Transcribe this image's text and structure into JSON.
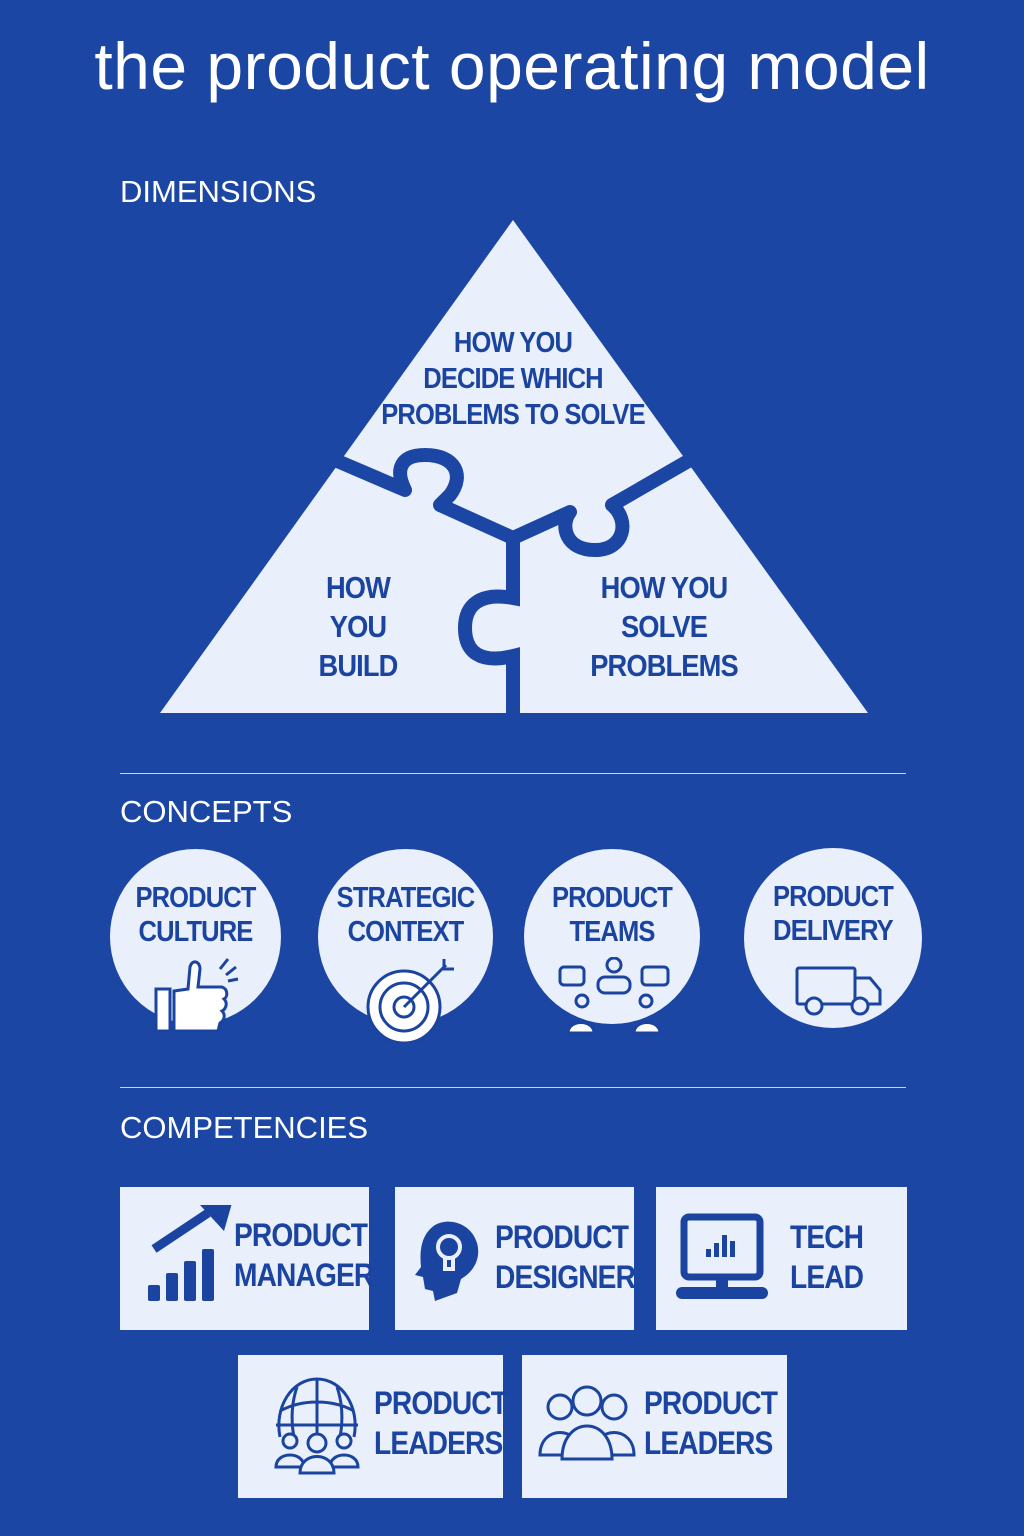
{
  "title": "the product operating model",
  "dimensions": {
    "heading": "DIMENSIONS",
    "top": [
      "HOW YOU",
      "DECIDE WHICH",
      "PROBLEMS TO SOLVE"
    ],
    "left": [
      "HOW",
      "YOU",
      "BUILD"
    ],
    "right": [
      "HOW YOU",
      "SOLVE",
      "PROBLEMS"
    ]
  },
  "concepts": {
    "heading": "CONCEPTS",
    "items": [
      {
        "line1": "PRODUCT",
        "line2": "CULTURE",
        "icon": "thumbs-up-icon"
      },
      {
        "line1": "STRATEGIC",
        "line2": "CONTEXT",
        "icon": "target-icon"
      },
      {
        "line1": "PRODUCT",
        "line2": "TEAMS",
        "icon": "team-icon"
      },
      {
        "line1": "PRODUCT",
        "line2": "DELIVERY",
        "icon": "truck-icon"
      }
    ]
  },
  "competencies": {
    "heading": "COMPETENCIES",
    "items": [
      {
        "line1": "PRODUCT",
        "line2": "MANAGER",
        "icon": "growth-chart-icon"
      },
      {
        "line1": "PRODUCT",
        "line2": "DESIGNER",
        "icon": "head-lightbulb-icon"
      },
      {
        "line1": "TECH",
        "line2": "LEAD",
        "icon": "monitor-chart-icon"
      },
      {
        "line1": "PRODUCT",
        "line2": "LEADERS",
        "icon": "globe-people-icon"
      },
      {
        "line1": "PRODUCT",
        "line2": "LEADERS",
        "icon": "group-icon"
      }
    ]
  },
  "colors": {
    "background": "#1c46a4",
    "panel": "#e9effb",
    "text": "#1b44a0"
  }
}
